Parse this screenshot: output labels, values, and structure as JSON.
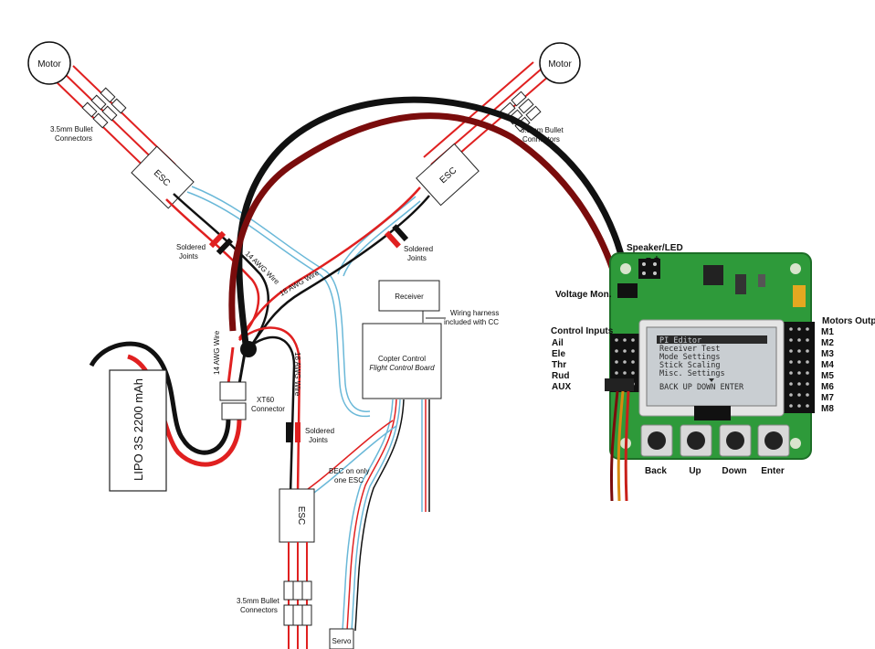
{
  "colors": {
    "wire_red": "#e02020",
    "wire_black": "#111111",
    "wire_dark_red": "#7a0c0c",
    "wire_blue": "#6ab8d8",
    "pcb_green": "#2e9a3a",
    "lcd_screen": "#c9ced2"
  },
  "motors": {
    "left_label": "Motor",
    "right_label": "Motor"
  },
  "connectors": {
    "bullet_label_line1": "3.5mm Bullet",
    "bullet_label_line2": "Connectors",
    "xt60_line1": "XT60",
    "xt60_line2": "Connector"
  },
  "esc": {
    "label": "ESC"
  },
  "joints": {
    "line1": "Soldered",
    "line2": "Joints"
  },
  "wires": {
    "awg14": "14 AWG Wire",
    "awg18": "18 AWG Wire"
  },
  "battery": {
    "label": "LIPO 3S 2200 mAh"
  },
  "receiver": {
    "label": "Receiver"
  },
  "harness": {
    "line1": "Wiring harness",
    "line2": "included with CC"
  },
  "flight_controller": {
    "title": "Copter Control",
    "subtitle": "Flight Control Board"
  },
  "bec": {
    "line1": "BEC on only",
    "line2": "one ESC"
  },
  "servo": {
    "label": "Servo"
  },
  "board": {
    "speaker": "Speaker/LED",
    "voltage": "Voltage Mon.",
    "control_inputs": "Control Inputs",
    "inputs": [
      "Ail",
      "Ele",
      "Thr",
      "Rud",
      "AUX"
    ],
    "motors_output": "Motors Output",
    "outputs": [
      "M1",
      "M2",
      "M3",
      "M4",
      "M5",
      "M6",
      "M7",
      "M8"
    ],
    "lcd_lines": [
      "PI Editor",
      "Receiver Test",
      "Mode Settings",
      "Stick Scaling",
      "Misc. Settings"
    ],
    "lcd_softkeys": "BACK  UP  DOWN ENTER",
    "buttons": [
      "Back",
      "Up",
      "Down",
      "Enter"
    ]
  }
}
